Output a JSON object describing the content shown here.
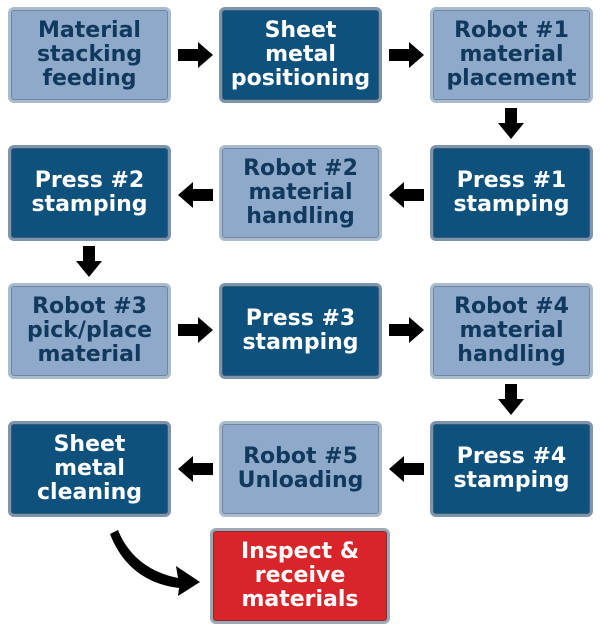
{
  "steps": [
    {
      "id": "s1",
      "label": "Material\nstacking\nfeeding"
    },
    {
      "id": "s2",
      "label": "Sheet metal\npositioning"
    },
    {
      "id": "s3",
      "label": "Robot #1\nmaterial\nplacement"
    },
    {
      "id": "s4",
      "label": "Press #1\nstamping"
    },
    {
      "id": "s5",
      "label": "Robot #2\nmaterial\nhandling"
    },
    {
      "id": "s6",
      "label": "Press #2\nstamping"
    },
    {
      "id": "s7",
      "label": "Robot #3\npick/place\nmaterial"
    },
    {
      "id": "s8",
      "label": "Press #3\nstamping"
    },
    {
      "id": "s9",
      "label": "Robot #4\nmaterial\nhandling"
    },
    {
      "id": "s10",
      "label": "Press #4\nstamping"
    },
    {
      "id": "s11",
      "label": "Robot #5\nUnloading"
    },
    {
      "id": "s12",
      "label": "Sheet metal\ncleaning"
    },
    {
      "id": "s13",
      "label": "Inspect &\nreceive\nmaterials"
    }
  ],
  "colors": {
    "dark": "#0e517c",
    "light": "#8ea9c9",
    "red": "#d9252a",
    "arrow": "#000000"
  }
}
